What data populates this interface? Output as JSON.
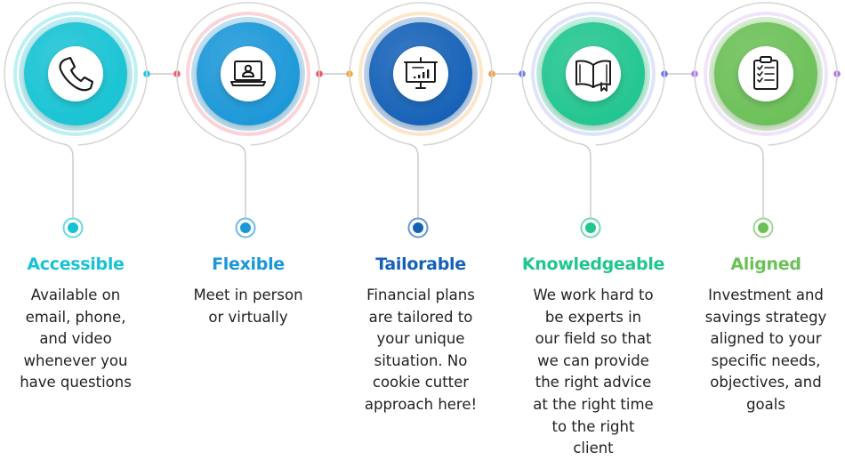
{
  "steps": [
    {
      "icon": "phone-icon",
      "title": "Accessible",
      "description": "Available on\nemail, phone,\nand video\nwhenever you\nhave questions",
      "color": "#17c3d3",
      "ring_color": "#6fdde4",
      "connector_dots": [
        "#1ec7d6",
        "#ef5a6a"
      ]
    },
    {
      "icon": "laptop-user-icon",
      "title": "Flexible",
      "description": "Meet in person\nor virtually",
      "color": "#1b97d8",
      "ring_color": "#f4a1a8",
      "connector_dots": [
        "#ef4f60",
        "#f5a637"
      ]
    },
    {
      "icon": "presentation-chart-icon",
      "title": "Tailorable",
      "description": "Financial plans\nare tailored to\nyour unique\nsituation. No\ncookie cutter\napproach here!",
      "color": "#1561b7",
      "ring_color": "#f8c98a",
      "connector_dots": [
        "#f59a3a",
        "#6f7cf2"
      ]
    },
    {
      "icon": "open-book-icon",
      "title": "Knowledgeable",
      "description": "We work hard to\nbe experts in\nour field so that\nwe can provide\nthe right advice\nat the right time\nto the right\nclient",
      "color": "#21c58f",
      "ring_color": "#b9c4f4",
      "connector_dots": [
        "#6671ef",
        "#b37ae8"
      ]
    },
    {
      "icon": "clipboard-checklist-icon",
      "title": "Aligned",
      "description": "Investment and\nsavings strategy\naligned to your\nspecific needs,\nobjectives, and\ngoals",
      "color": "#6bc057",
      "ring_color": "#ddc3f3",
      "connector_dots": [
        "#b672e6"
      ]
    }
  ]
}
